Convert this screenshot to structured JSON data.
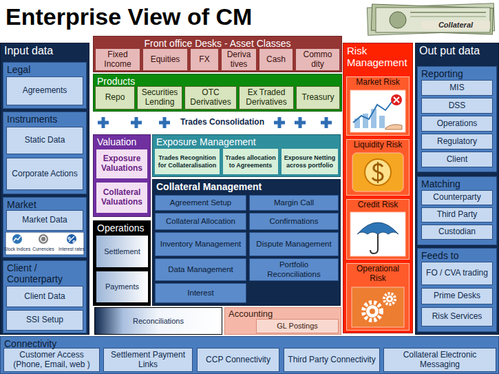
{
  "diagram": {
    "title": "Enterprise View of CM",
    "nodes": [
      {
        "text": [
          "Input data"
        ]
      },
      {
        "text": [
          "Legal"
        ],
        "in": 0
      },
      {
        "text": [
          "Agreements"
        ],
        "in": 1
      },
      {
        "text": [
          "Instruments"
        ],
        "in": 0
      },
      {
        "text": [
          "Static Data"
        ],
        "in": 3
      },
      {
        "text": [
          "Corporate Actions"
        ],
        "in": 3
      },
      {
        "text": [
          "Market"
        ],
        "in": 0
      },
      {
        "text": [
          "Market Data"
        ],
        "in": 6
      },
      {
        "text": [
          "Client / Counterparty"
        ],
        "in": 0
      },
      {
        "text": [
          "Client Data"
        ],
        "in": 8
      },
      {
        "text": [
          "SSI Setup"
        ],
        "in": 8
      },
      {
        "text": [
          "Front office Desks - Asset Classes"
        ]
      },
      {
        "text": [
          "Fixed Income"
        ],
        "in": 11
      },
      {
        "text": [
          "Equities"
        ],
        "in": 11
      },
      {
        "text": [
          "FX"
        ],
        "in": 11
      },
      {
        "text": [
          "Deriva tives"
        ],
        "in": 11
      },
      {
        "text": [
          "Cash"
        ],
        "in": 11
      },
      {
        "text": [
          "Commo dity"
        ],
        "in": 11
      },
      {
        "text": [
          "Products"
        ]
      },
      {
        "text": [
          "Repo"
        ],
        "in": 18
      },
      {
        "text": [
          "Securities Lending"
        ],
        "in": 18
      },
      {
        "text": [
          "OTC Derivatives"
        ],
        "in": 18
      },
      {
        "text": [
          "Ex Traded Derivatives"
        ],
        "in": 18
      },
      {
        "text": [
          "Treasury"
        ],
        "in": 18
      },
      {
        "text": [
          "Valuation"
        ]
      },
      {
        "text": [
          "Exposure Valuations"
        ],
        "in": 24
      },
      {
        "text": [
          "Collateral Valuations"
        ],
        "in": 24
      },
      {
        "text": [
          "Exposure Management"
        ]
      },
      {
        "text": [
          "Trades Recognition for Collateralisation"
        ],
        "in": 27
      },
      {
        "text": [
          "Trades allocation to Agreements"
        ],
        "in": 27
      },
      {
        "text": [
          "Exposure Netting across portfolio"
        ],
        "in": 27
      },
      {
        "text": [
          "Collateral Management"
        ]
      },
      {
        "text": [
          "Agreement Setup"
        ],
        "in": 31
      },
      {
        "text": [
          "Margin Call"
        ],
        "in": 31
      },
      {
        "text": [
          "Collateral Allocation"
        ],
        "in": 31
      },
      {
        "text": [
          "Confirmations"
        ],
        "in": 31
      },
      {
        "text": [
          "Inventory Management"
        ],
        "in": 31
      },
      {
        "text": [
          "Dispute Management"
        ],
        "in": 31
      },
      {
        "text": [
          "Data Management"
        ],
        "in": 31
      },
      {
        "text": [
          "Portfolio Reconciliations"
        ],
        "in": 31
      },
      {
        "text": [
          "Interest"
        ],
        "in": 31
      },
      {
        "text": [
          "Operations"
        ]
      },
      {
        "text": [
          "Settlement"
        ],
        "in": 41
      },
      {
        "text": [
          "Payments"
        ],
        "in": 41
      },
      {
        "text": [
          "Reconciliations"
        ]
      },
      {
        "text": [
          "Accounting"
        ]
      },
      {
        "text": [
          "GL Postings"
        ],
        "in": 45
      },
      {
        "text": [
          "Risk Management"
        ]
      },
      {
        "text": [
          "Market Risk"
        ],
        "in": 47
      },
      {
        "text": [
          "Liquidity Risk"
        ],
        "in": 47
      },
      {
        "text": [
          "Credit Risk"
        ],
        "in": 47
      },
      {
        "text": [
          "Operational Risk"
        ],
        "in": 47
      },
      {
        "text": [
          "Out put data"
        ]
      },
      {
        "text": [
          "Reporting"
        ],
        "in": 52
      },
      {
        "text": [
          "MIS"
        ],
        "in": 53
      },
      {
        "text": [
          "DSS"
        ],
        "in": 53
      },
      {
        "text": [
          "Operations"
        ],
        "in": 53
      },
      {
        "text": [
          "Regulatory"
        ],
        "in": 53
      },
      {
        "text": [
          "Client"
        ],
        "in": 53
      },
      {
        "text": [
          "Matching"
        ],
        "in": 52
      },
      {
        "text": [
          "Counterparty"
        ],
        "in": 59
      },
      {
        "text": [
          "Third Party"
        ],
        "in": 59
      },
      {
        "text": [
          "Custodian"
        ],
        "in": 59
      },
      {
        "text": [
          "Feeds to"
        ],
        "in": 52
      },
      {
        "text": [
          "FO / CVA trading"
        ],
        "in": 63
      },
      {
        "text": [
          "Prime Desks"
        ],
        "in": 63
      },
      {
        "text": [
          "Risk Services"
        ],
        "in": 63
      },
      {
        "text": [
          "Connectivity"
        ]
      },
      {
        "text": [
          "Customer Access (Phone, Email, web )"
        ],
        "in": 67
      },
      {
        "text": [
          "Settlement Payment Links"
        ],
        "in": 67
      },
      {
        "text": [
          "CCP Connectivity"
        ],
        "in": 67
      },
      {
        "text": [
          "Third Party Connectivity"
        ],
        "in": 67
      },
      {
        "text": [
          "Collateral Electronic Messaging"
        ],
        "in": 67
      }
    ],
    "labels": [
      "Collateral",
      "Trades Consolidation",
      "Stock indices",
      "Currencies",
      "Interest rates"
    ]
  }
}
